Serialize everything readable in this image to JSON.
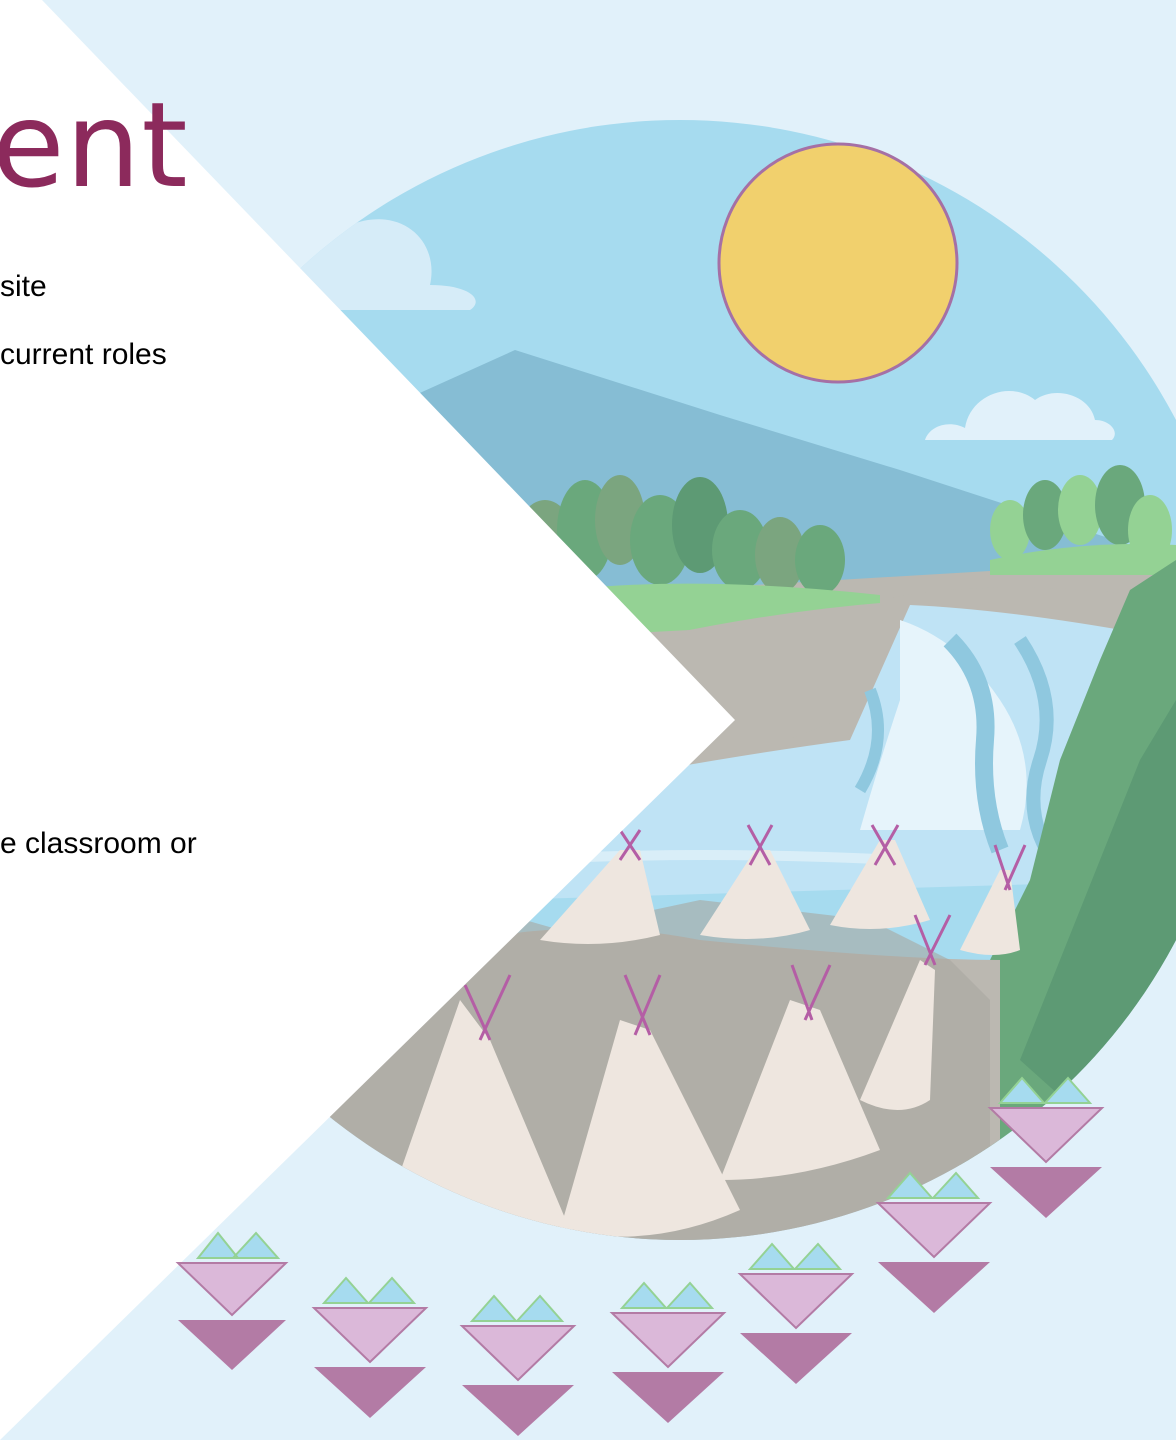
{
  "slide": {
    "title_fragment": "ent",
    "bullets": [
      "site",
      "current roles",
      "e classroom or"
    ]
  },
  "colors": {
    "background": "#e1f1fa",
    "title": "#8c2a5c",
    "sky": "#a6dbef",
    "sun": "#f1d06d",
    "sun_outline": "#a570a5",
    "tipi": "#eee6df",
    "tipi_poles": "#b45ea5",
    "ground": "#bbb8b1",
    "mountain": "#86bdd4",
    "trees": "#6aa87c",
    "river": "#bfe3f5",
    "motif_light_purple": "#dbb8d9",
    "motif_dark_purple": "#b37ba5",
    "motif_blue": "#a6dbef",
    "motif_green": "#94d294"
  },
  "icons": [
    "sun-icon",
    "cloud-icon",
    "tipi-icon",
    "tree-icon",
    "waterfall-icon",
    "triangle-motif-icon"
  ]
}
